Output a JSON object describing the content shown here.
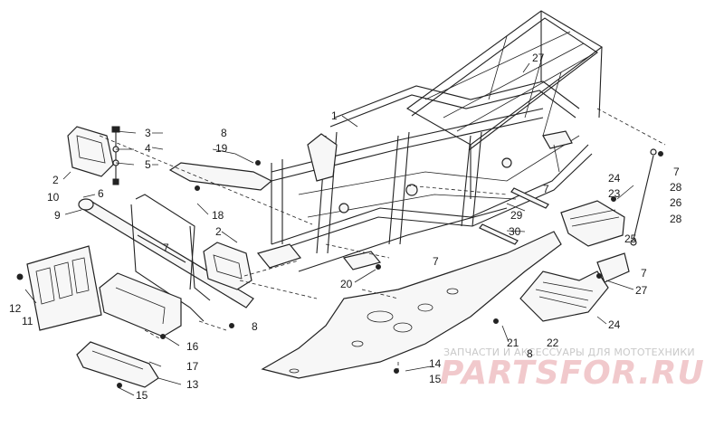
{
  "callouts": [
    {
      "id": "c1",
      "text": "1"
    },
    {
      "id": "c2a",
      "text": "2"
    },
    {
      "id": "c2b",
      "text": "2"
    },
    {
      "id": "c3",
      "text": "3"
    },
    {
      "id": "c4",
      "text": "4"
    },
    {
      "id": "c5",
      "text": "5"
    },
    {
      "id": "c6",
      "text": "6"
    },
    {
      "id": "c7a",
      "text": "7"
    },
    {
      "id": "c7b",
      "text": "7"
    },
    {
      "id": "c7c",
      "text": "7"
    },
    {
      "id": "c7d",
      "text": "7"
    },
    {
      "id": "c7e",
      "text": "7"
    },
    {
      "id": "c8a",
      "text": "8"
    },
    {
      "id": "c8b",
      "text": "8"
    },
    {
      "id": "c8c",
      "text": "8"
    },
    {
      "id": "c9",
      "text": "9"
    },
    {
      "id": "c10",
      "text": "10"
    },
    {
      "id": "c11",
      "text": "11"
    },
    {
      "id": "c12",
      "text": "12"
    },
    {
      "id": "c13",
      "text": "13"
    },
    {
      "id": "c14",
      "text": "14"
    },
    {
      "id": "c15a",
      "text": "15"
    },
    {
      "id": "c15b",
      "text": "15"
    },
    {
      "id": "c16",
      "text": "16"
    },
    {
      "id": "c17",
      "text": "17"
    },
    {
      "id": "c18",
      "text": "18"
    },
    {
      "id": "c19",
      "text": "19"
    },
    {
      "id": "c20",
      "text": "20"
    },
    {
      "id": "c21",
      "text": "21"
    },
    {
      "id": "c22",
      "text": "22"
    },
    {
      "id": "c23",
      "text": "23"
    },
    {
      "id": "c24a",
      "text": "24"
    },
    {
      "id": "c24b",
      "text": "24"
    },
    {
      "id": "c25",
      "text": "25"
    },
    {
      "id": "c26",
      "text": "26"
    },
    {
      "id": "c27a",
      "text": "27"
    },
    {
      "id": "c27b",
      "text": "27"
    },
    {
      "id": "c28a",
      "text": "28"
    },
    {
      "id": "c28b",
      "text": "28"
    },
    {
      "id": "c29",
      "text": "29"
    },
    {
      "id": "c30",
      "text": "30"
    }
  ],
  "watermark": {
    "tagline": "ЗАПЧАСТИ И АКСЕССУАРЫ ДЛЯ МОТОТЕХНИКИ",
    "brand": "PARTSFOR.RU"
  }
}
